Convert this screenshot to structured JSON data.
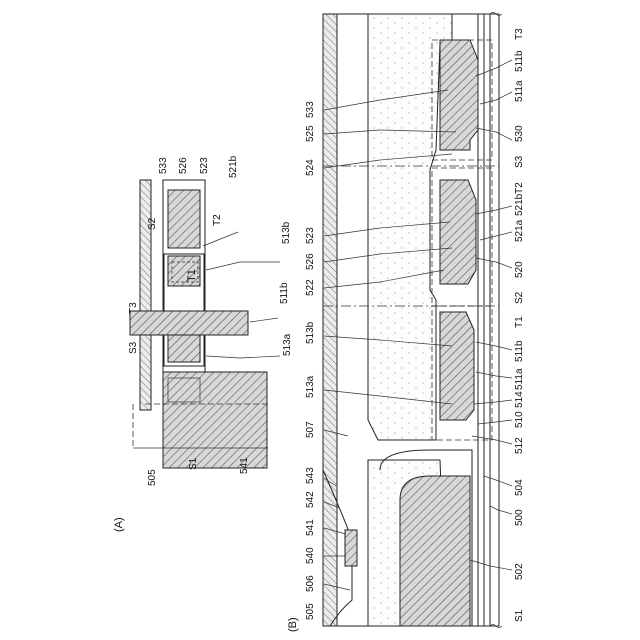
{
  "figure_a": {
    "panel_label": "(A)",
    "labels": {
      "l533": "533",
      "l526": "526",
      "l523": "523",
      "l521b": "521b",
      "lS2": "S2",
      "lT2": "T2",
      "lT1": "T1",
      "l513b": "513b",
      "l511b": "511b",
      "lT3": "T3",
      "lS3": "S3",
      "l513a": "513a",
      "l505": "505",
      "lS1": "S1",
      "l541": "541"
    }
  },
  "figure_b": {
    "panel_label": "(B)",
    "labels": {
      "l533": "533",
      "l525": "525",
      "l524": "524",
      "l523": "523",
      "l526": "526",
      "l522": "522",
      "l513b": "513b",
      "l513a": "513a",
      "l507": "507",
      "l543": "543",
      "l542": "542",
      "l541": "541",
      "l540": "540",
      "l506": "506",
      "l505": "505",
      "lT3": "T3",
      "l511b_top": "511b",
      "l511a_top": "511a",
      "l530": "530",
      "lS3": "S3",
      "lT2": "T2",
      "l521b": "521b",
      "l521a": "521a",
      "l520": "520",
      "lS2": "S2",
      "lT1": "T1",
      "l511b": "511b",
      "l511a": "511a",
      "l514": "514",
      "l510": "510",
      "l512": "512",
      "l504": "504",
      "l500": "500",
      "l502": "502",
      "lS1": "S1"
    }
  }
}
